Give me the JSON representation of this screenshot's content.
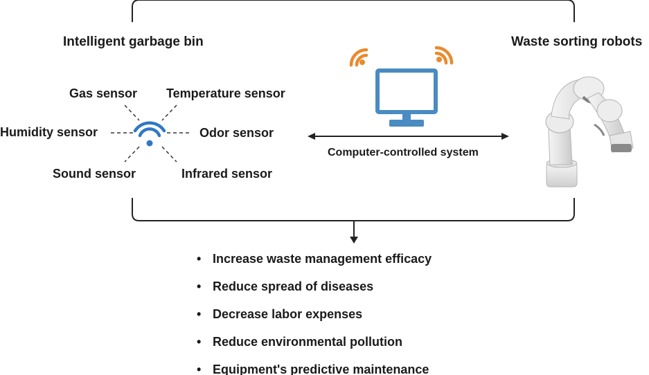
{
  "left_panel": {
    "title": "Intelligent garbage bin",
    "hub_icon": "wifi-icon",
    "sensors": {
      "gas": "Gas sensor",
      "temperature": "Temperature sensor",
      "humidity": "Humidity sensor",
      "odor": "Odor sensor",
      "sound": "Sound sensor",
      "infrared": "Infrared sensor"
    }
  },
  "center_panel": {
    "caption": "Computer-controlled system",
    "icons": [
      "wifi-signal-icon",
      "monitor-icon",
      "wifi-signal-icon"
    ]
  },
  "right_panel": {
    "title": "Waste sorting robots",
    "icon": "robot-arm-icon"
  },
  "outcomes": [
    "Increase waste management efficacy",
    "Reduce spread of diseases",
    "Decrease labor expenses",
    "Reduce environmental pollution",
    "Equipment's predictive maintenance"
  ],
  "bullet": "•",
  "colors": {
    "wifi_blue": "#2f78c4",
    "signal_orange": "#e98a2c",
    "monitor_blue": "#4a8bc2",
    "frame": "#222222"
  }
}
